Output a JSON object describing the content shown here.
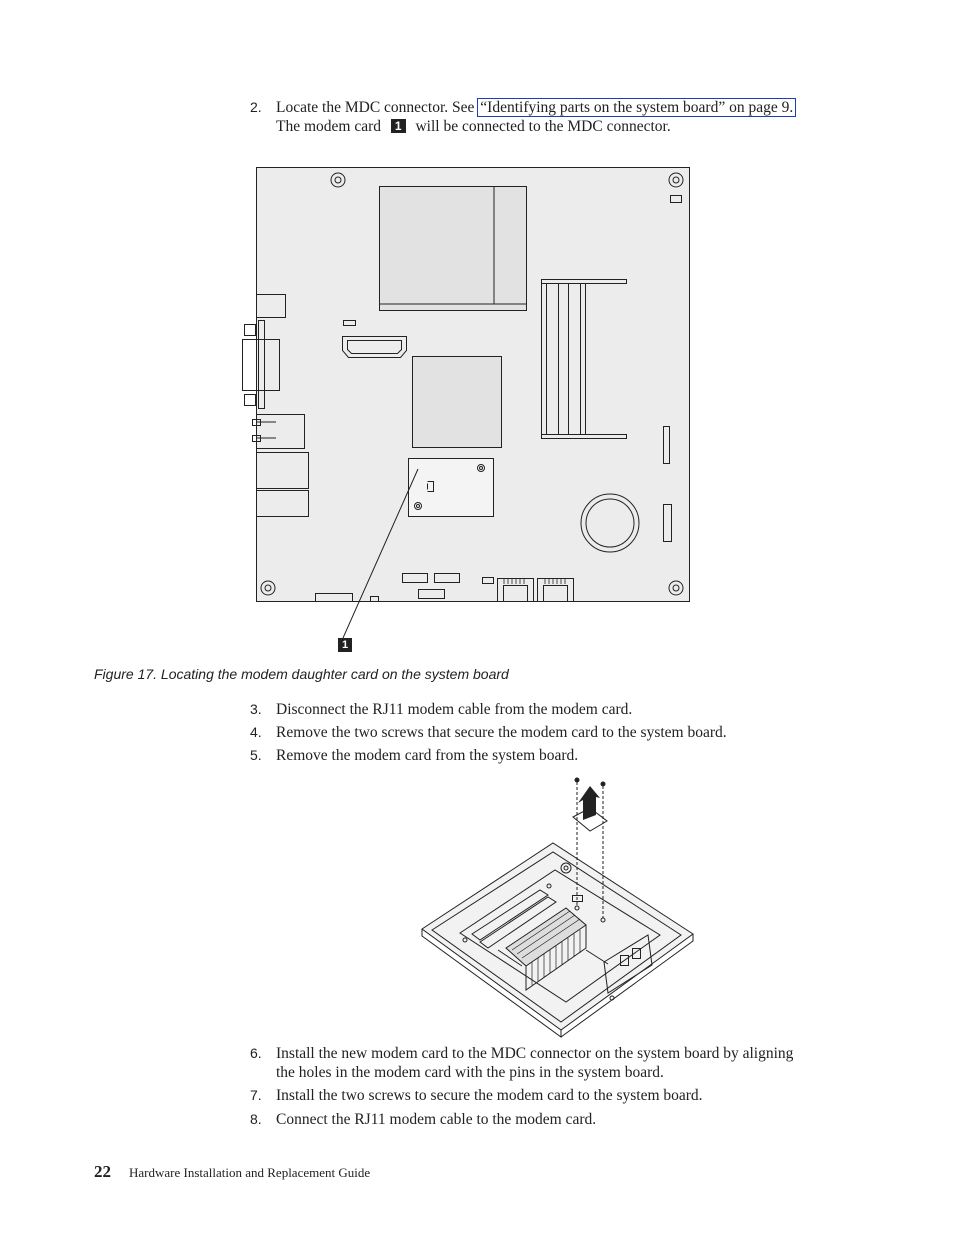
{
  "step2": {
    "num": "2.",
    "text_a": "Locate the MDC connector. See ",
    "link": "“Identifying parts on the system board” on page 9.",
    "text_b": " The modem card ",
    "callout": "1",
    "text_c": " will be connected to the MDC connector."
  },
  "figure17": {
    "callout": "1",
    "caption": "Figure 17. Locating the modem daughter card on the system board"
  },
  "steps_b": [
    {
      "num": "3.",
      "text": "Disconnect the RJ11 modem cable from the modem card."
    },
    {
      "num": "4.",
      "text": "Remove the two screws that secure the modem card to the system board."
    },
    {
      "num": "5.",
      "text": "Remove the modem card from the system board."
    }
  ],
  "steps_c": [
    {
      "num": "6.",
      "text": "Install the new modem card to the MDC connector on the system board by aligning the holes in the modem card with the pins in the system board."
    },
    {
      "num": "7.",
      "text": "Install the two screws to secure the modem card to the system board."
    },
    {
      "num": "8.",
      "text": "Connect the RJ11 modem cable to the modem card."
    }
  ],
  "footer": {
    "page_number": "22",
    "title": "Hardware Installation and Replacement Guide"
  }
}
